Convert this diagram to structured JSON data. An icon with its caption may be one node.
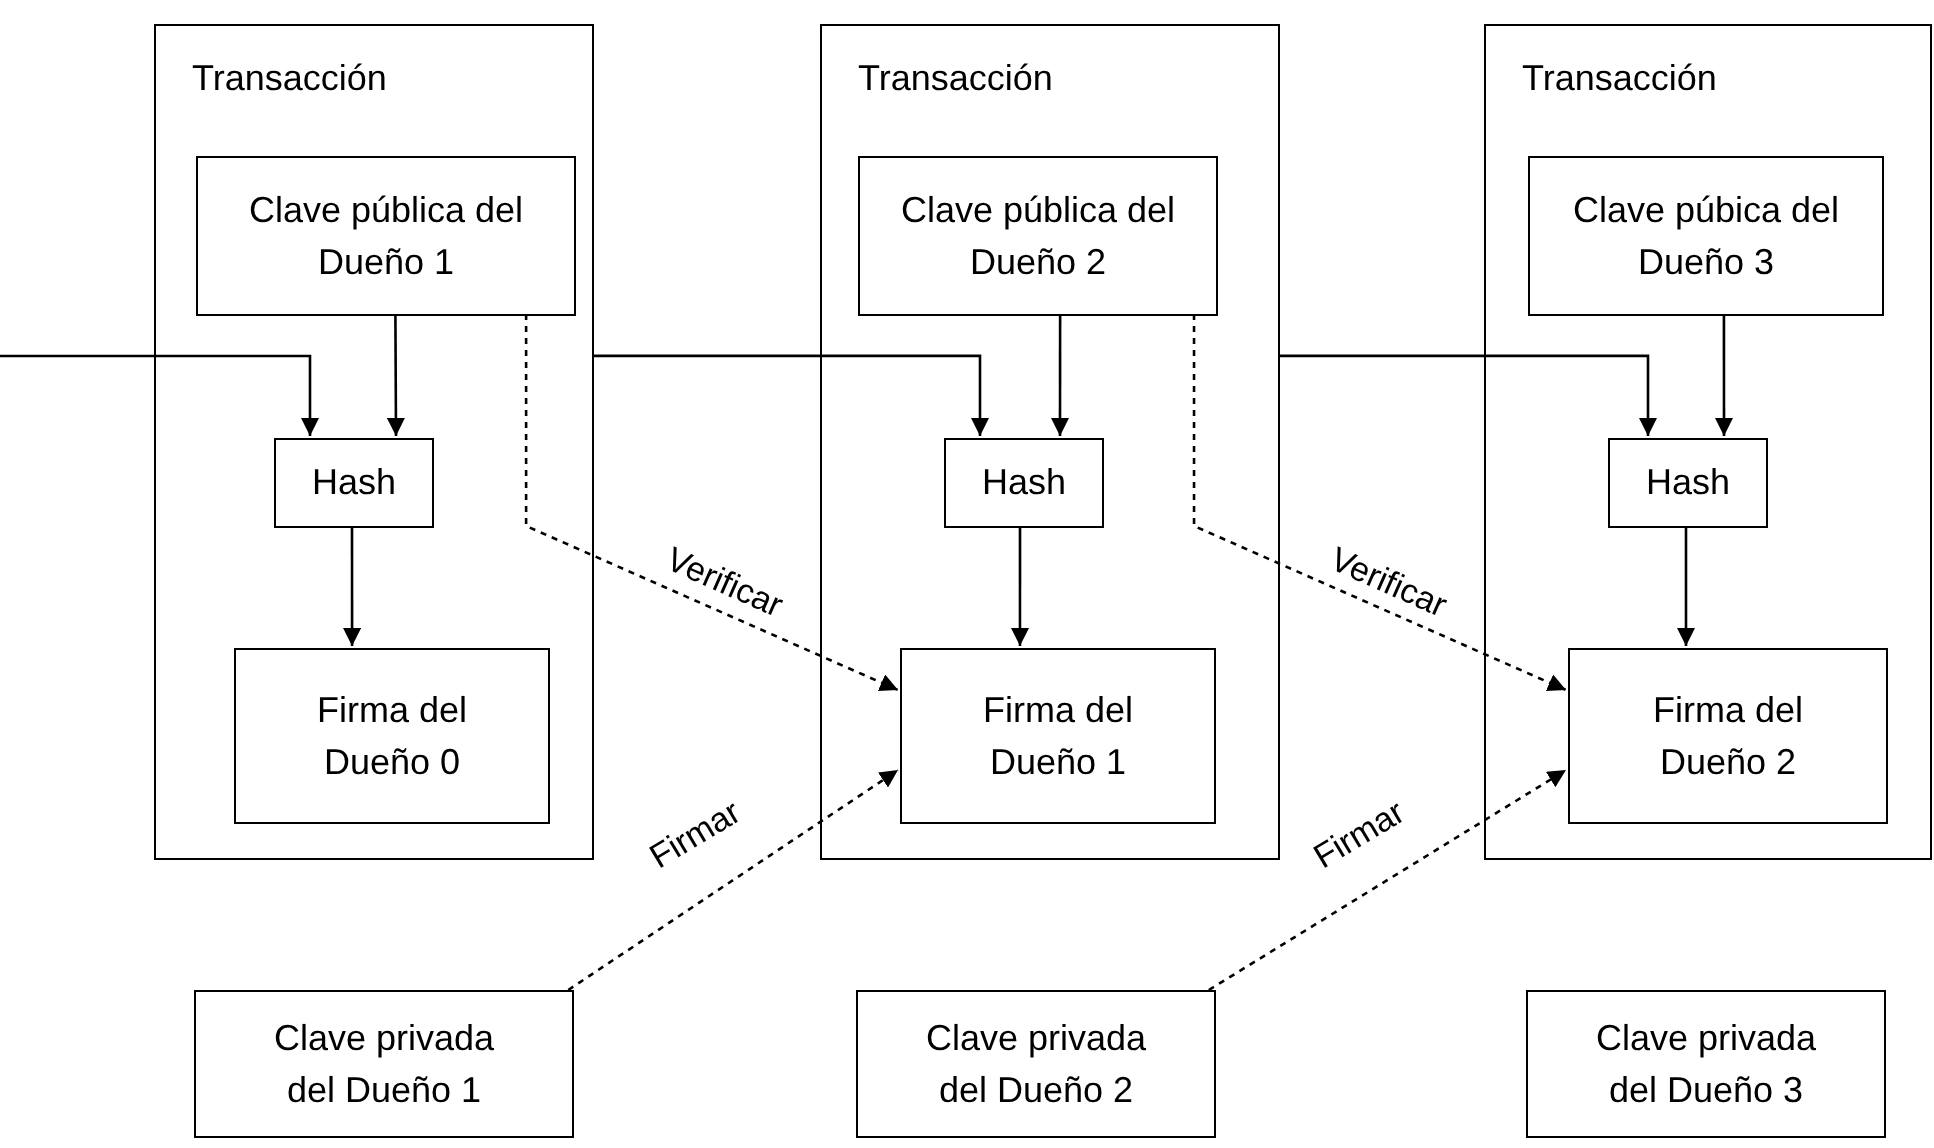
{
  "diagram": {
    "nodes": [
      {
        "text": [
          "Transacción"
        ]
      },
      {
        "text": [
          "Clave pública del Dueño 1"
        ],
        "in": 0
      },
      {
        "text": [
          "Hash"
        ],
        "in": 0
      },
      {
        "text": [
          "Firma del Dueño 0"
        ],
        "in": 0
      },
      {
        "text": [
          "Transacción"
        ]
      },
      {
        "text": [
          "Clave pública del Dueño 2"
        ],
        "in": 4
      },
      {
        "text": [
          "Hash"
        ],
        "in": 4
      },
      {
        "text": [
          "Firma del Dueño 1"
        ],
        "in": 4
      },
      {
        "text": [
          "Transacción"
        ]
      },
      {
        "text": [
          "Clave púbica del Dueño 3"
        ],
        "in": 8
      },
      {
        "text": [
          "Hash"
        ],
        "in": 8
      },
      {
        "text": [
          "Firma del Dueño 2"
        ],
        "in": 8
      },
      {
        "text": [
          "Clave privada del Dueño 1"
        ]
      },
      {
        "text": [
          "Clave privada del Dueño 2"
        ]
      },
      {
        "text": [
          "Clave privada del Dueño 3"
        ]
      }
    ],
    "edges": [
      {
        "from": null,
        "to": 2,
        "arrow": "to"
      },
      {
        "from": 1,
        "to": 2,
        "arrow": "to"
      },
      {
        "from": 2,
        "to": 3,
        "arrow": "to"
      },
      {
        "from": 0,
        "to": 6,
        "arrow": "to"
      },
      {
        "from": 5,
        "to": 6,
        "arrow": "to"
      },
      {
        "from": 6,
        "to": 7,
        "arrow": "to"
      },
      {
        "from": 4,
        "to": 10,
        "arrow": "to"
      },
      {
        "from": 9,
        "to": 10,
        "arrow": "to"
      },
      {
        "from": 10,
        "to": 11,
        "arrow": "to"
      },
      {
        "from": 1,
        "to": 7,
        "arrow": "to",
        "label": "Verificar",
        "style": "dashed"
      },
      {
        "from": 12,
        "to": 7,
        "arrow": "to",
        "label": "Firmar",
        "style": "dashed"
      },
      {
        "from": 5,
        "to": 11,
        "arrow": "to",
        "label": "Verificar",
        "style": "dashed"
      },
      {
        "from": 13,
        "to": 11,
        "arrow": "to",
        "label": "Firmar",
        "style": "dashed"
      }
    ]
  }
}
